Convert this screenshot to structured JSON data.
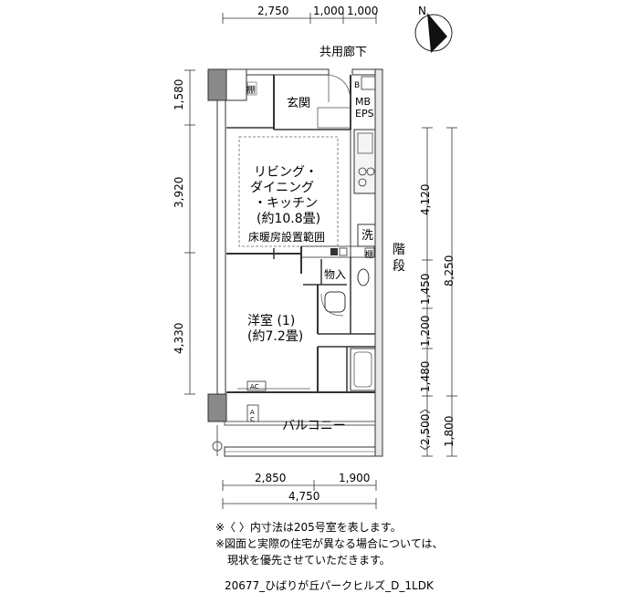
{
  "compass": {
    "north_label": "N"
  },
  "dimensions": {
    "top": [
      "2,750",
      "1,000",
      "1,000"
    ],
    "left": [
      "1,580",
      "3,920",
      "4,330"
    ],
    "right_inner": [
      "4,120",
      "1,450",
      "1,200",
      "1,480",
      "〈2,500〉"
    ],
    "right_outer": [
      "8,250",
      "1,800"
    ],
    "bottom": [
      "2,850",
      "1,900",
      "4,750"
    ]
  },
  "labels": {
    "corridor": "共用廊下",
    "genkan": "玄関",
    "mb": "MB",
    "eps": "EPS",
    "b_meter": "B",
    "shelf1": "棚",
    "shelf2": "棚",
    "living_1": "リビング・",
    "living_2": "ダイニング",
    "living_3": "・キッチン",
    "living_4": "(約10.8畳)",
    "floor_heating": "床暖房設置範囲",
    "wash": "洗",
    "storage": "物入",
    "stairs_1": "階",
    "stairs_2": "段",
    "western_1": "洋室 (1)",
    "western_2": "(約7.2畳)",
    "ac1": "AC",
    "ac2_a": "A",
    "ac2_c": "C",
    "balcony": "バルコニー"
  },
  "notes": {
    "line1": "※〈 〉内寸法は205号室を表します。",
    "line2": "※図面と実際の住宅が異なる場合については、",
    "line3": "現状を優先させていただきます。"
  },
  "footer": {
    "title": "20677_ひばりが丘パークヒルズ_D_1LDK"
  }
}
